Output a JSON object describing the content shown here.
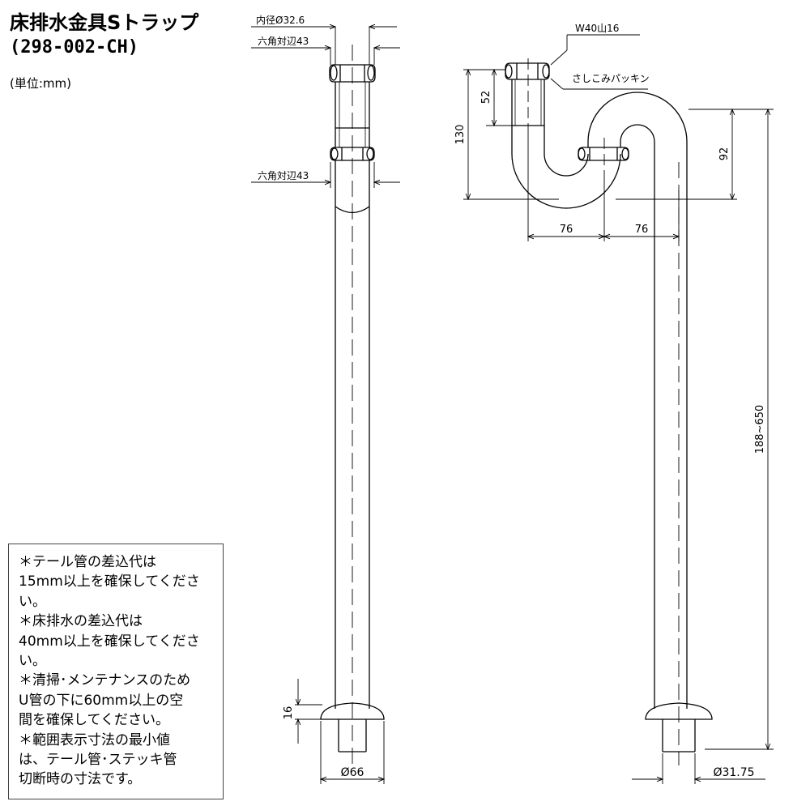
{
  "header": {
    "title": "床排水金具Sトラップ",
    "model": "(298-002-CH)",
    "unit": "(単位:mm)"
  },
  "notes": [
    "＊テール管の差込代は",
    "15mm以上を確保してくださ",
    "い。",
    "＊床排水の差込代は",
    "40mm以上を確保してくださ",
    "い。",
    "＊清掃･メンテナンスのため",
    "U管の下に60mm以上の空",
    "間を確保してください。",
    "＊範囲表示寸法の最小値",
    "は、テール管･ステッキ管",
    "切断時の寸法です。"
  ],
  "front_view": {
    "inner_diameter": "内径Ø32.6",
    "hex_top": "六角対辺43",
    "hex_mid": "六角対辺43",
    "flange_height": "16",
    "flange_diameter": "Ø66"
  },
  "side_view": {
    "thread": "W40山16",
    "gasket": "さしこみパッキン",
    "dim_52": "52",
    "dim_130": "130",
    "dim_92": "92",
    "dim_76_left": "76",
    "dim_76_right": "76",
    "dim_range": "188~650",
    "pipe_diameter": "Ø31.75"
  }
}
